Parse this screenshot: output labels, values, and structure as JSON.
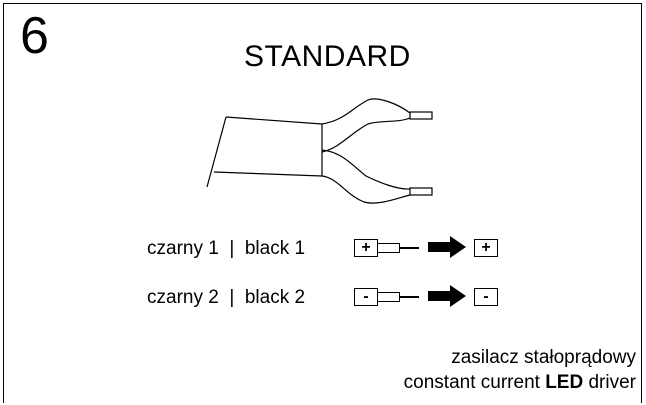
{
  "number": "6",
  "title": "STANDARD",
  "rows": [
    {
      "label": "czarny 1  |  black 1",
      "left_sign": "+",
      "right_sign": "+"
    },
    {
      "label": "czarny 2  |  black 2",
      "left_sign": "-",
      "right_sign": "-"
    }
  ],
  "driver": {
    "line1": "zasilacz stałoprądowy",
    "line2_pre": "constant current ",
    "line2_bold": "LED",
    "line2_post": " driver"
  }
}
